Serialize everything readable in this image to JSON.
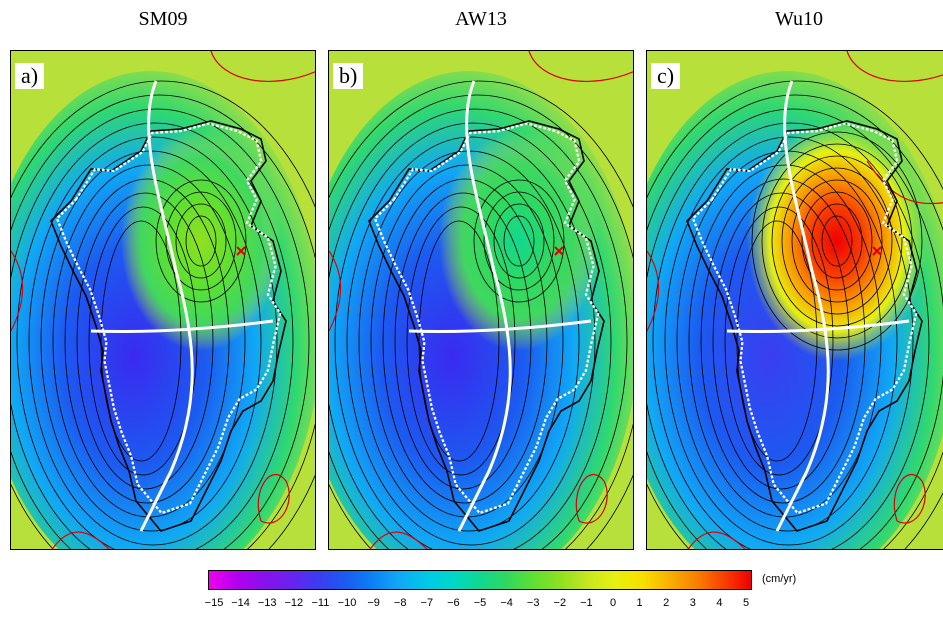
{
  "panels": [
    {
      "title": "SM09",
      "label": "a)",
      "variant": "SM09"
    },
    {
      "title": "AW13",
      "label": "b)",
      "variant": "AW13"
    },
    {
      "title": "Wu10",
      "label": "c)",
      "variant": "Wu10"
    }
  ],
  "colorbar": {
    "unit": "(cm/yr)",
    "ticks": [
      "−15",
      "−14",
      "−13",
      "−12",
      "−11",
      "−10",
      "−9",
      "−8",
      "−7",
      "−6",
      "−5",
      "−4",
      "−3",
      "−2",
      "−1",
      "0",
      "1",
      "2",
      "3",
      "4",
      "5"
    ],
    "colors": [
      "#ee00ee",
      "#b400ee",
      "#8a10ee",
      "#6a22ee",
      "#3c3cf0",
      "#1c5af0",
      "#0a80f5",
      "#10a8f5",
      "#00c8e8",
      "#00d8c8",
      "#10d890",
      "#30d860",
      "#60e030",
      "#90e020",
      "#c8e820",
      "#e8f010",
      "#f8e000",
      "#f8b000",
      "#f88000",
      "#f84000",
      "#f00000"
    ],
    "range": [
      -15,
      5
    ]
  },
  "markers": {
    "sites": "red cross"
  },
  "colors": {
    "ocean_background": "#b8e03a",
    "coastline": "#000000",
    "basin_boundary": "#ffffff",
    "zero_contour": "#dd0000",
    "contour": "#000000"
  }
}
